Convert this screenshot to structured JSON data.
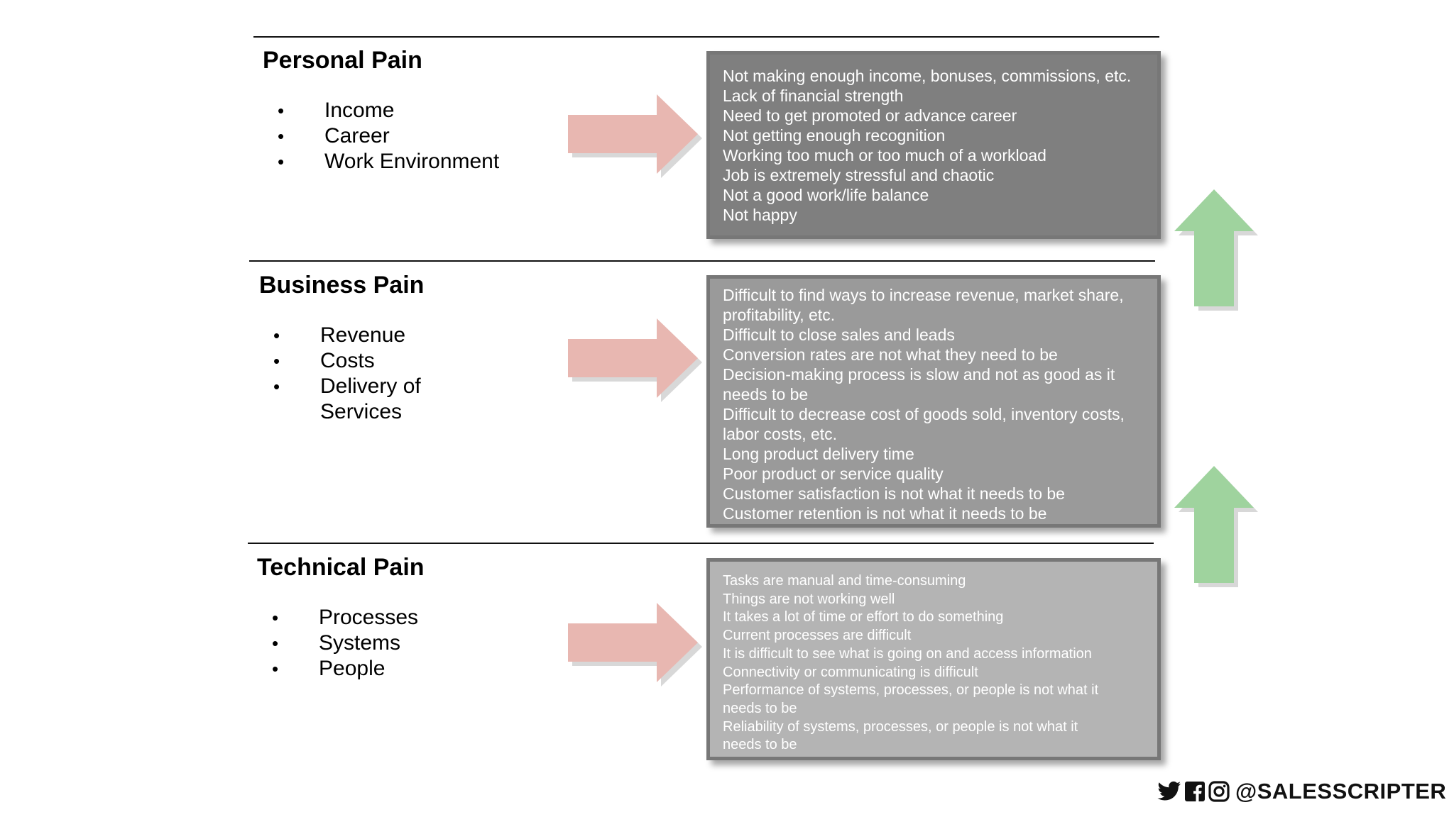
{
  "sections": [
    {
      "title": "Personal Pain",
      "bullets": [
        "Income",
        "Career",
        "Work Environment"
      ],
      "pains": [
        "Not making enough income, bonuses, commissions, etc.",
        "Lack of financial strength",
        "Need to get promoted or advance career",
        "Not getting enough recognition",
        "Working too much or too much of a workload",
        "Job is extremely stressful and chaotic",
        "Not a good work/life balance",
        "Not happy"
      ]
    },
    {
      "title": "Business Pain",
      "bullets": [
        "Revenue",
        "Costs",
        "Delivery of Services"
      ],
      "pains": [
        "Difficult to find ways to increase revenue, market share,",
        "profitability, etc.",
        "Difficult to close sales and leads",
        "Conversion rates are not what they need to be",
        "Decision-making process is slow and not as good as it",
        "needs to be",
        "Difficult to decrease cost of goods sold, inventory costs,",
        "labor costs, etc.",
        "Long product delivery time",
        "Poor product or service quality",
        "Customer satisfaction is not what it needs to be",
        "Customer retention is not what it needs to be"
      ]
    },
    {
      "title": "Technical Pain",
      "bullets": [
        "Processes",
        "Systems",
        "People"
      ],
      "pains": [
        "Tasks are manual and time-consuming",
        "Things are not working well",
        "It takes a lot of time or effort to do something",
        "Current processes are difficult",
        "It is difficult to see what is going on and access information",
        "Connectivity or communicating is difficult",
        "Performance of systems, processes, or people is not what it",
        "needs to be",
        "Reliability of systems, processes, or people is not what it",
        "needs to be"
      ]
    }
  ],
  "icons": {
    "right_arrow": "right-arrow-icon",
    "up_arrow": "up-arrow-icon",
    "social": [
      "twitter-icon",
      "facebook-icon",
      "instagram-icon"
    ]
  },
  "colors": {
    "right_arrow": "#e8b7b1",
    "up_arrow": "#9fd39e",
    "box_personal": "#7f7f7f",
    "box_business": "#9a9a9a",
    "box_technical": "#b4b4b4"
  },
  "social_handle": "@SALESSCRIPTER"
}
